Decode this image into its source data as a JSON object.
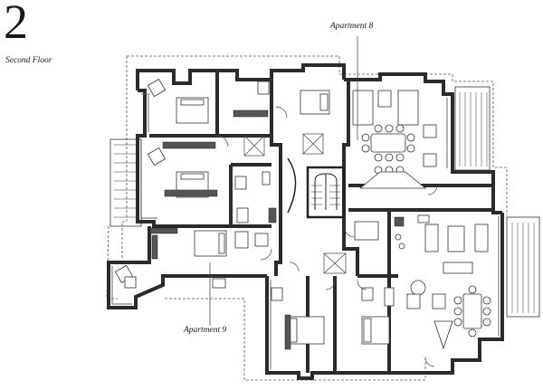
{
  "floor": {
    "number": "2",
    "name": "Second Floor"
  },
  "apartments": [
    {
      "id": "apartment-8",
      "label": "Apartment 8"
    },
    {
      "id": "apartment-9",
      "label": "Apartment 9"
    }
  ],
  "colors": {
    "wall": "#2b2b2b",
    "wall_fill": "#9a9a9a",
    "line": "#3a3a3a",
    "dashed_outline": "#555555",
    "background": "#ffffff"
  }
}
